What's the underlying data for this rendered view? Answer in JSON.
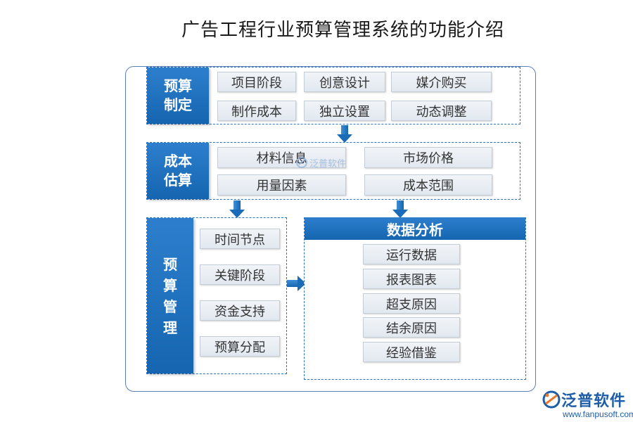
{
  "title": "广告工程行业预算管理系统的功能介绍",
  "sections": {
    "budget_making": {
      "label": "预算\n制定",
      "items": [
        "项目阶段",
        "创意设计",
        "媒介购买",
        "制作成本",
        "独立设置",
        "动态调整"
      ]
    },
    "cost_estimation": {
      "label": "成本\n估算",
      "items": [
        "材料信息",
        "市场价格",
        "用量因素",
        "成本范围"
      ]
    },
    "budget_management": {
      "label": "预\n算\n管\n理",
      "items": [
        "时间节点",
        "关键阶段",
        "资金支持",
        "预算分配"
      ]
    },
    "data_analysis": {
      "label": "数据分析",
      "items": [
        "运行数据",
        "报表图表",
        "超支原因",
        "结余原因",
        "经验借鉴"
      ]
    }
  },
  "watermark": {
    "name": "泛普软件",
    "url": "www.fanpusoft.com"
  },
  "colors": {
    "accent_blue": "#1565b0",
    "frame_border": "#5d7fb8",
    "chip_bg": "#e9eef4"
  },
  "icons": [
    "arrow-down-icon",
    "arrow-right-icon",
    "fanpu-logo-icon"
  ]
}
